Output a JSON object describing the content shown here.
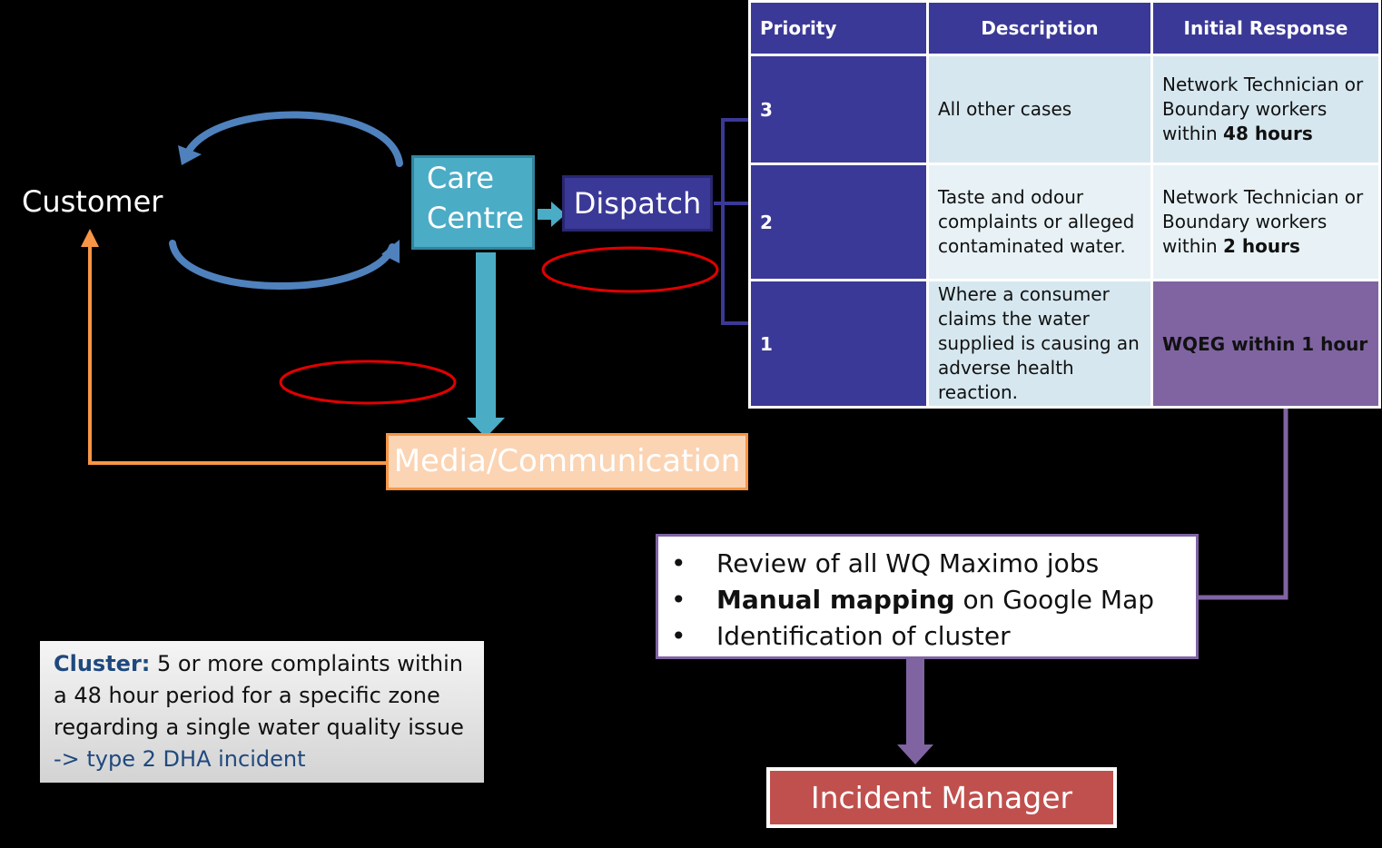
{
  "nodes": {
    "customer": "Customer",
    "care_centre": [
      "Care",
      "Centre"
    ],
    "dispatch": "Dispatch",
    "media": "Media/Communication",
    "incident_manager": "Incident Manager"
  },
  "priority_table": {
    "headers": [
      "Priority",
      "Description",
      "Initial Response"
    ],
    "rows": [
      {
        "priority": "3",
        "description": "All other cases",
        "response_lines": [
          "Network Technician or",
          "Boundary workers"
        ],
        "response_prefix": "within ",
        "response_bold": "48 hours"
      },
      {
        "priority": "2",
        "description_lines": [
          "Taste and odour",
          "complaints or alleged",
          "contaminated water."
        ],
        "response_lines": [
          "Network Technician or",
          "Boundary workers"
        ],
        "response_prefix": "within ",
        "response_bold": "2 hours"
      },
      {
        "priority": "1",
        "description_lines": [
          "Where a consumer",
          "claims the water",
          "supplied is causing an",
          "adverse health",
          "reaction."
        ],
        "response": "WQEG within 1 hour"
      }
    ]
  },
  "review_box": {
    "bullet": "•",
    "items": [
      {
        "text": "Review of all WQ Maximo jobs"
      },
      {
        "bold": "Manual mapping",
        "rest": " on Google Map"
      },
      {
        "text": "Identification of cluster"
      }
    ]
  },
  "cluster_note": {
    "label": "Cluster:",
    "text": " 5 or more complaints within a 48 hour period for a specific zone regarding a single water quality issue",
    "incident": "-> type 2 DHA incident"
  },
  "colors": {
    "background": "#000000",
    "care_centre": "#4bacc6",
    "dispatch": "#3b3997",
    "media_fill": "#fbd4b4",
    "media_border": "#f79646",
    "priority_purple": "#8064a2",
    "incident_manager": "#c0504d",
    "highlight_ellipse": "#e00000",
    "cycle_arrow": "#4f81bd"
  }
}
